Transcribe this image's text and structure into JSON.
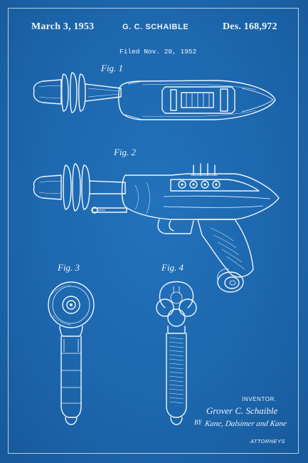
{
  "header": {
    "date": "March 3, 1953",
    "inventor_caps": "G. C. SCHAIBLE",
    "design_number": "Des. 168,972"
  },
  "filed": "Filed Nov. 20, 1952",
  "figures": {
    "fig1": "Fig. 1",
    "fig2": "Fig. 2",
    "fig3": "Fig. 3",
    "fig4": "Fig. 4"
  },
  "signature_block": {
    "label": "INVENTOR.",
    "inventor_name": "Grover C. Schaible",
    "by": "BY",
    "attorney_signature": "Kane, Dalsimer and Kane",
    "attorneys_label": "ATTORNEYS"
  },
  "colors": {
    "background": "#1b63a8",
    "line": "#f2f7fc"
  }
}
